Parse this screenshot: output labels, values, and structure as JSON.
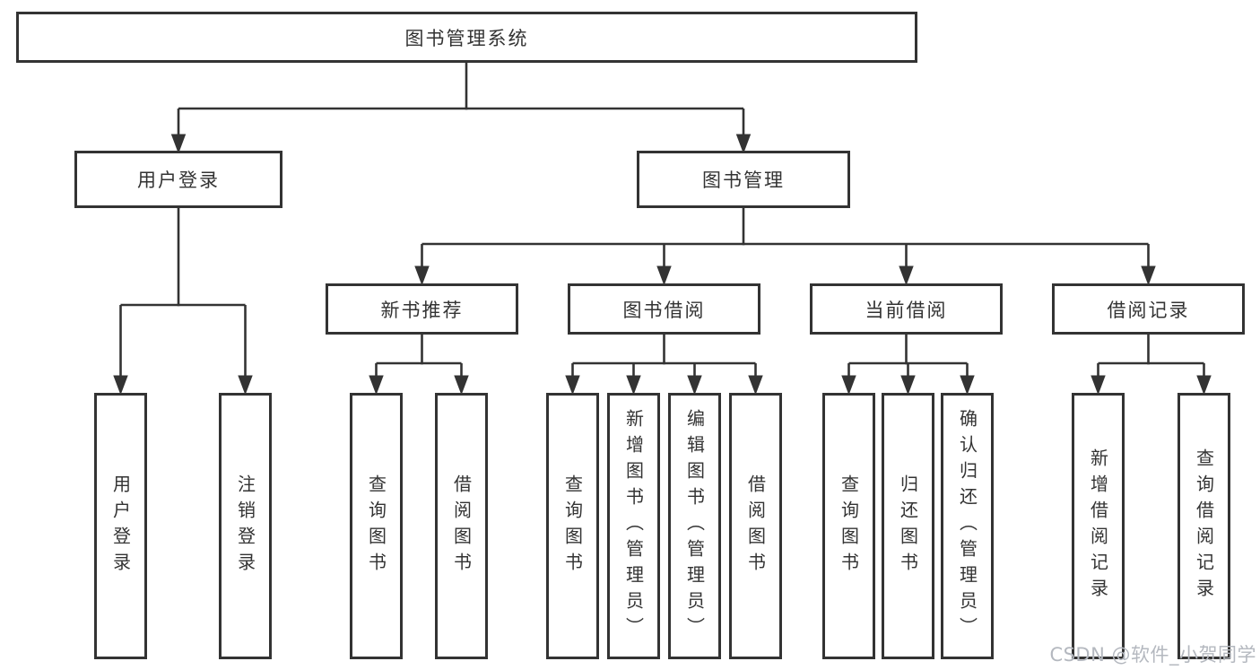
{
  "colors": {
    "line": "#333333",
    "text": "#333333",
    "box_background": "#ffffff",
    "page_background": "#ffffff",
    "watermark_text": "#b4b8bf"
  },
  "tree": {
    "root": {
      "label": "图书管理系统"
    },
    "branches": [
      {
        "label": "用户登录",
        "children": [
          {
            "label": "用户登录"
          },
          {
            "label": "注销登录"
          }
        ]
      },
      {
        "label": "图书管理",
        "children": [
          {
            "label": "新书推荐",
            "children": [
              {
                "label": "查询图书"
              },
              {
                "label": "借阅图书"
              }
            ]
          },
          {
            "label": "图书借阅",
            "children": [
              {
                "label": "查询图书"
              },
              {
                "label": "新增图书（管理员）"
              },
              {
                "label": "编辑图书（管理员）"
              },
              {
                "label": "借阅图书"
              }
            ]
          },
          {
            "label": "当前借阅",
            "children": [
              {
                "label": "查询图书"
              },
              {
                "label": "归还图书"
              },
              {
                "label": "确认归还（管理员）"
              }
            ]
          },
          {
            "label": "借阅记录",
            "children": [
              {
                "label": "新增借阅记录"
              },
              {
                "label": "查询借阅记录"
              }
            ]
          }
        ]
      }
    ]
  },
  "watermark": "CSDN @软件_小贺同学"
}
